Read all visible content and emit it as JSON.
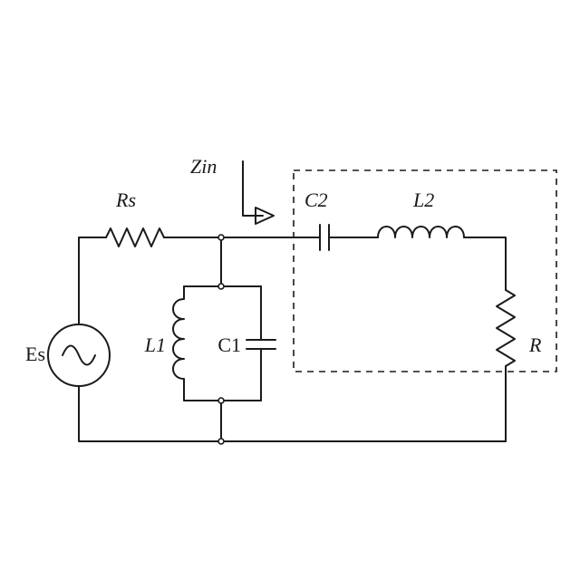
{
  "diagram": {
    "labels": {
      "zin": "Zin",
      "rs": "Rs",
      "es": "Es",
      "l1": "L1",
      "c1": "C1",
      "c2": "C2",
      "l2": "L2",
      "r": "R"
    }
  }
}
